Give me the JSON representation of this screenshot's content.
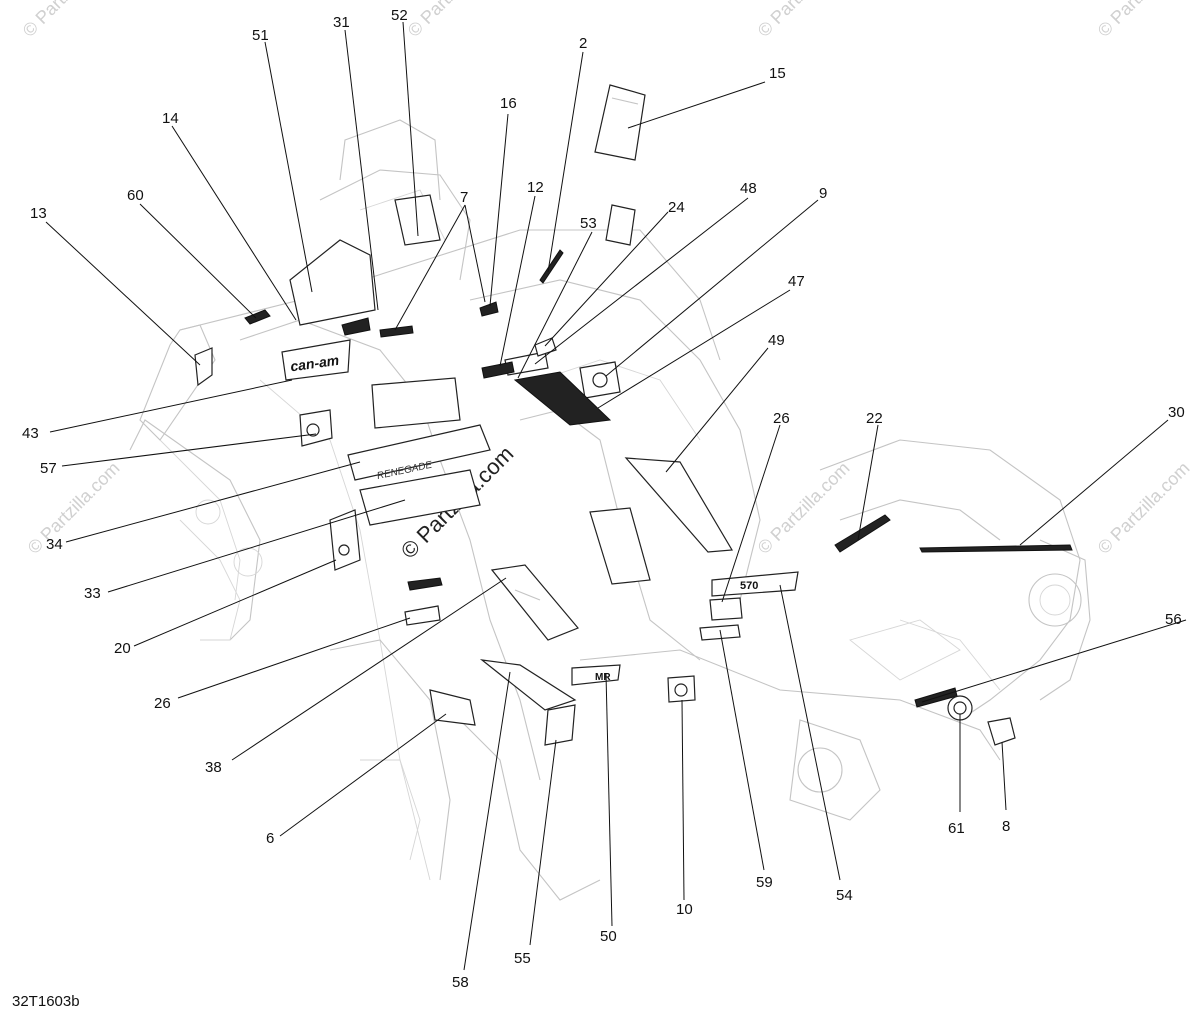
{
  "diagram_code": "32T1603b",
  "watermark": "© Partzilla.com",
  "center_watermark": "© Partzilla.com",
  "decal_texts": {
    "brand_logo": "can-am",
    "model_logo": "RENEGADE",
    "size_badge": "570",
    "xmr_badge": "MR"
  },
  "callouts": [
    "51",
    "31",
    "52",
    "2",
    "15",
    "14",
    "16",
    "60",
    "7",
    "12",
    "24",
    "48",
    "9",
    "13",
    "53",
    "47",
    "43",
    "49",
    "26",
    "22",
    "30",
    "57",
    "34",
    "33",
    "20",
    "26",
    "56",
    "38",
    "6",
    "10",
    "50",
    "55",
    "58",
    "59",
    "54",
    "61",
    "8"
  ]
}
